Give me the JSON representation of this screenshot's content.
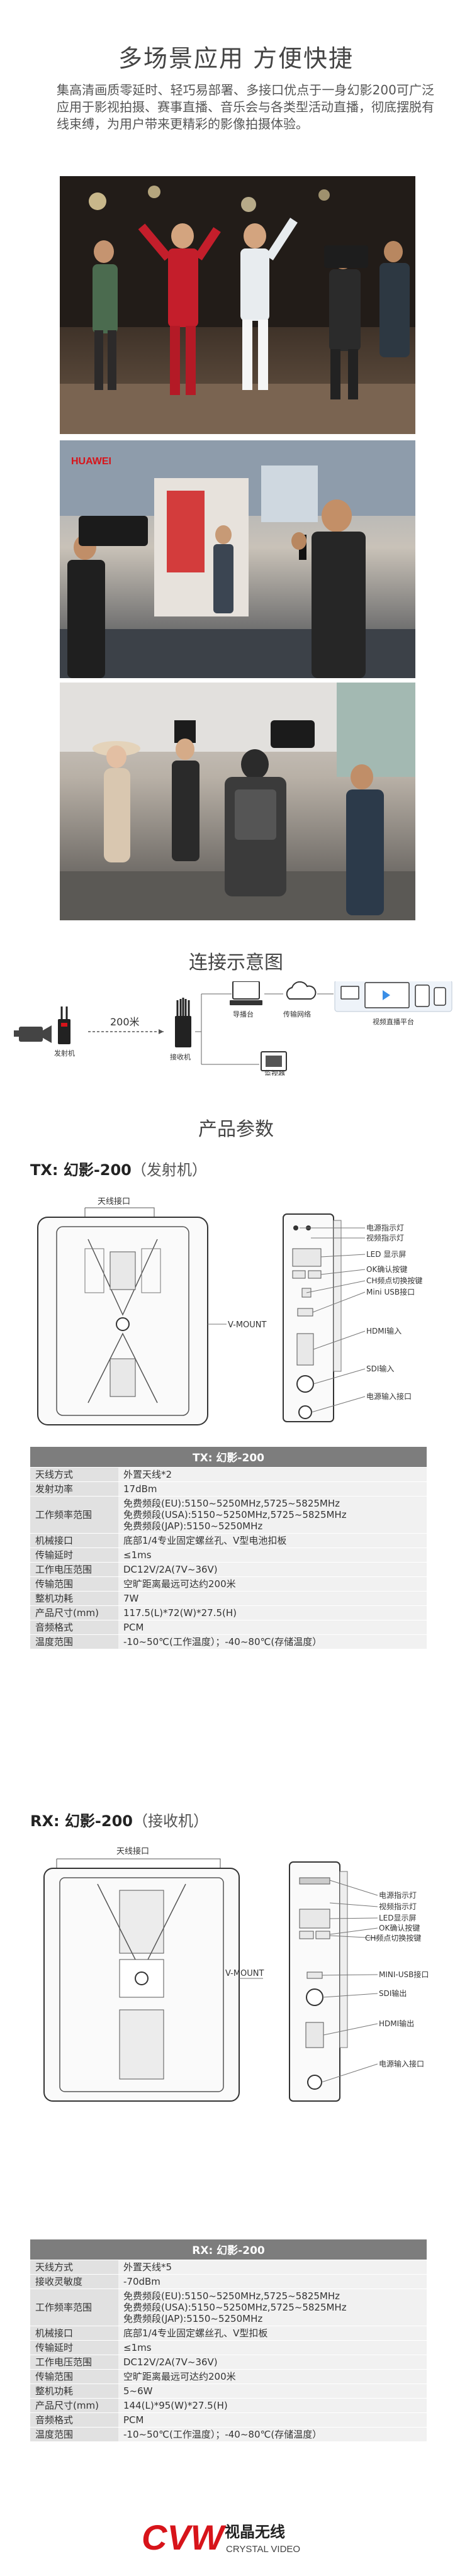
{
  "hero": {
    "title": "多场景应用  方便快捷",
    "intro": "集高清画质零延时、轻巧易部署、多接口优点于一身幻影200可广泛应用于影视拍摄、赛事直播、音乐会与各类型活动直播，彻底摆脱有线束缚，为用户带来更精彩的影像拍摄体验。"
  },
  "connection": {
    "title": "连接示意图",
    "transmitter_label": "发射机",
    "distance_label": "200米",
    "receiver_label": "接收机",
    "director_label": "导播台",
    "network_label": "传输网络",
    "platform_label": "视频直播平台",
    "monitor_label": "监视器"
  },
  "params": {
    "title": "产品参数"
  },
  "tx": {
    "heading": "TX: 幻影-200",
    "heading_paren": "（发射机）",
    "antenna_label": "天线接口",
    "vmount_label": "V-MOUNT",
    "side_labels": [
      "电源指示灯",
      "视频指示灯",
      "LED 显示屏",
      "OK确认按键",
      "CH频点切换按键",
      "Mini USB接口",
      "HDMI输入",
      "SDI输入",
      "电源输入接口"
    ],
    "table_title": "TX: 幻影-200",
    "rows": [
      {
        "k": "天线方式",
        "v": [
          "外置天线*2"
        ]
      },
      {
        "k": "发射功率",
        "v": [
          "17dBm"
        ]
      },
      {
        "k": "工作频率范围",
        "v": [
          "免费频段(EU):5150~5250MHz,5725~5825MHz",
          "免费频段(USA):5150~5250MHz,5725~5825MHz",
          "免费频段(JAP):5150~5250MHz"
        ]
      },
      {
        "k": "机械接口",
        "v": [
          "底部1/4专业固定螺丝孔、V型电池扣板"
        ]
      },
      {
        "k": "传输延时",
        "v": [
          "≤1ms"
        ]
      },
      {
        "k": "工作电压范围",
        "v": [
          "DC12V/2A(7V~36V)"
        ]
      },
      {
        "k": "传输范围",
        "v": [
          "空旷距离最远可达约200米"
        ]
      },
      {
        "k": "整机功耗",
        "v": [
          "7W"
        ]
      },
      {
        "k": "产品尺寸(mm)",
        "v": [
          "117.5(L)*72(W)*27.5(H)"
        ]
      },
      {
        "k": "音频格式",
        "v": [
          "PCM"
        ]
      },
      {
        "k": "温度范围",
        "v": [
          "-10~50℃(工作温度）；-40~80℃(存储温度）"
        ]
      }
    ]
  },
  "rx": {
    "heading": "RX: 幻影-200",
    "heading_paren": "（接收机）",
    "antenna_label": "天线接口",
    "vmount_label": "V-MOUNT",
    "side_labels": [
      "电源指示灯",
      "视频指示灯",
      "LED显示屏",
      "OK确认按键",
      "CH频点切换按键",
      "MINI-USB接口",
      "SDI输出",
      "HDMI输出",
      "电源输入接口"
    ],
    "table_title": "RX: 幻影-200",
    "rows": [
      {
        "k": "天线方式",
        "v": [
          "外置天线*5"
        ]
      },
      {
        "k": "接收灵敏度",
        "v": [
          "-70dBm"
        ]
      },
      {
        "k": "工作频率范围",
        "v": [
          "免费频段(EU):5150~5250MHz,5725~5825MHz",
          "免费频段(USA):5150~5250MHz,5725~5825MHz",
          "免费频段(JAP):5150~5250MHz"
        ]
      },
      {
        "k": "机械接口",
        "v": [
          "底部1/4专业固定螺丝孔、V型扣板"
        ]
      },
      {
        "k": "传输延时",
        "v": [
          "≤1ms"
        ]
      },
      {
        "k": "工作电压范围",
        "v": [
          "DC12V/2A(7V~36V)"
        ]
      },
      {
        "k": "传输范围",
        "v": [
          "空旷距离最远可达约200米"
        ]
      },
      {
        "k": "整机功耗",
        "v": [
          "5~6W"
        ]
      },
      {
        "k": "产品尺寸(mm)",
        "v": [
          "144(L)*95(W)*27.5(H)"
        ]
      },
      {
        "k": "音频格式",
        "v": [
          "PCM"
        ]
      },
      {
        "k": "温度范围",
        "v": [
          "-10~50℃(工作温度）；-40~80℃(存储温度）"
        ]
      }
    ]
  },
  "brand": {
    "mark": "CVW",
    "name_cn": "视晶无线",
    "name_en": "CRYSTAL VIDEO",
    "accent_color": "#d7141a"
  },
  "photo_brand_text": "HUAWEI"
}
